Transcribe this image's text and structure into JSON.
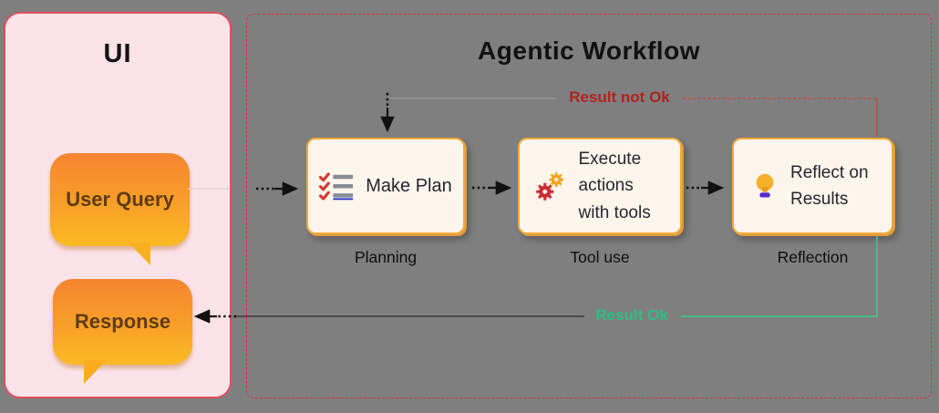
{
  "ui_panel": {
    "title": "UI",
    "user_query_label": "User Query",
    "response_label": "Response"
  },
  "workflow_panel": {
    "title": "Agentic Workflow",
    "steps": [
      {
        "label": "Make Plan",
        "caption": "Planning",
        "icon": "checklist-icon"
      },
      {
        "label": "Execute actions with tools",
        "caption": "Tool use",
        "icon": "gears-icon"
      },
      {
        "label": "Reflect on Results",
        "caption": "Reflection",
        "icon": "lightbulb-icon"
      }
    ],
    "feedback": {
      "not_ok_label": "Result not Ok",
      "ok_label": "Result Ok"
    }
  },
  "colors": {
    "background": "#7f7f7f",
    "ui_panel_bg": "#fce3e9",
    "ui_panel_border": "#e04f5f",
    "workflow_border": "#cf3a35",
    "box_bg": "#fdf6ec",
    "box_border": "#f2a93b",
    "bubble_top": "#f58531",
    "bubble_bottom": "#fbba24",
    "bubble_text": "#5f3b13",
    "result_not_ok": "#b3211e",
    "result_ok": "#2ebd85",
    "arrow": "#111111"
  }
}
